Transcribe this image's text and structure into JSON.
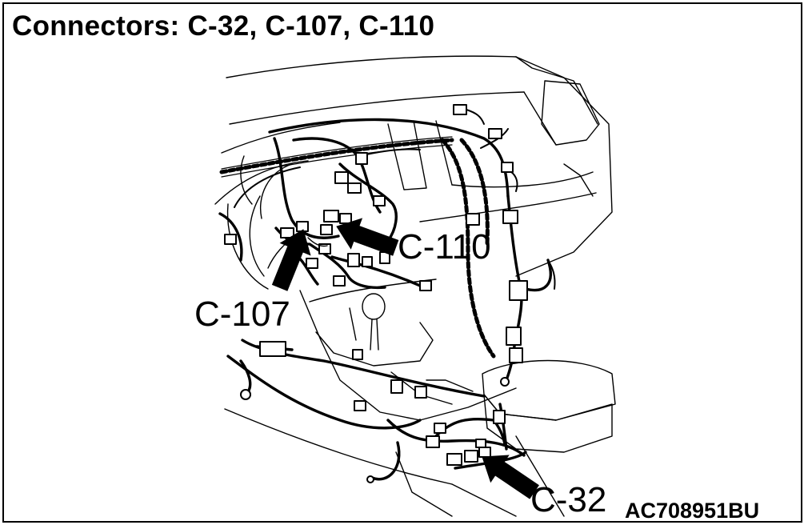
{
  "title": "Connectors: C-32, C-107, C-110",
  "labels": {
    "c110": "C-110",
    "c107": "C-107",
    "c32": "C-32"
  },
  "figure_id": "AC708951BU"
}
